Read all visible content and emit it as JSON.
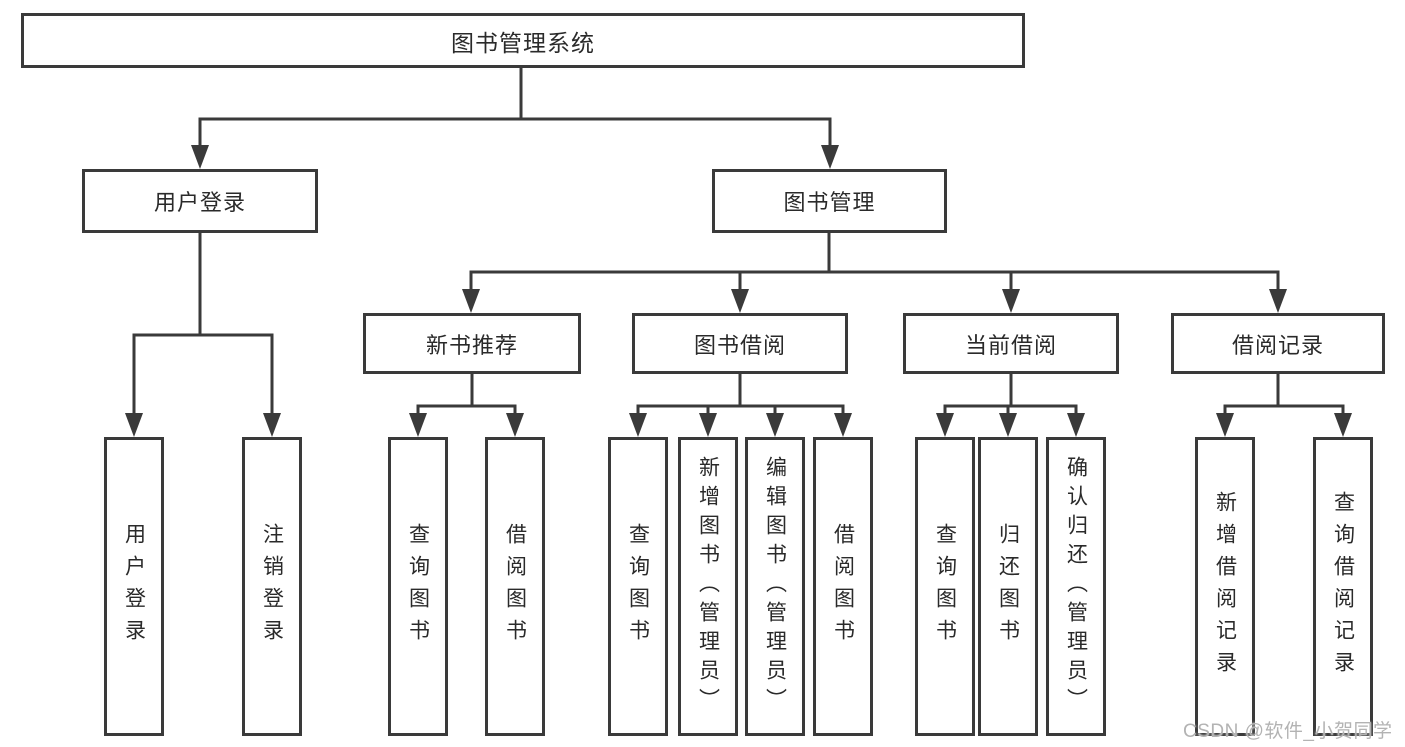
{
  "diagram": {
    "title": "图书管理系统",
    "type": "tree-structure-diagram"
  },
  "nodes": {
    "root": "图书管理系统",
    "user_login": "用户登录",
    "book_mgmt": "图书管理",
    "new_book_rec": "新书推荐",
    "book_borrow": "图书借阅",
    "current_borrow": "当前借阅",
    "borrow_records": "借阅记录",
    "leaf_user_login": "用户登录",
    "leaf_logout": "注销登录",
    "leaf_rec_query": "查询图书",
    "leaf_rec_borrow": "借阅图书",
    "leaf_bb_query": "查询图书",
    "leaf_bb_add": "新增图书（管理员）",
    "leaf_bb_edit": "编辑图书（管理员）",
    "leaf_bb_borrow": "借阅图书",
    "leaf_cb_query": "查询图书",
    "leaf_cb_return": "归还图书",
    "leaf_cb_confirm": "确认归还（管理员）",
    "leaf_br_add": "新增借阅记录",
    "leaf_br_query": "查询借阅记录"
  },
  "watermark": "CSDN @软件_小贺同学",
  "colors": {
    "line": "#3a3a3a",
    "text": "#2a2a2a",
    "background": "#ffffff",
    "watermark": "#b3b3b3"
  }
}
